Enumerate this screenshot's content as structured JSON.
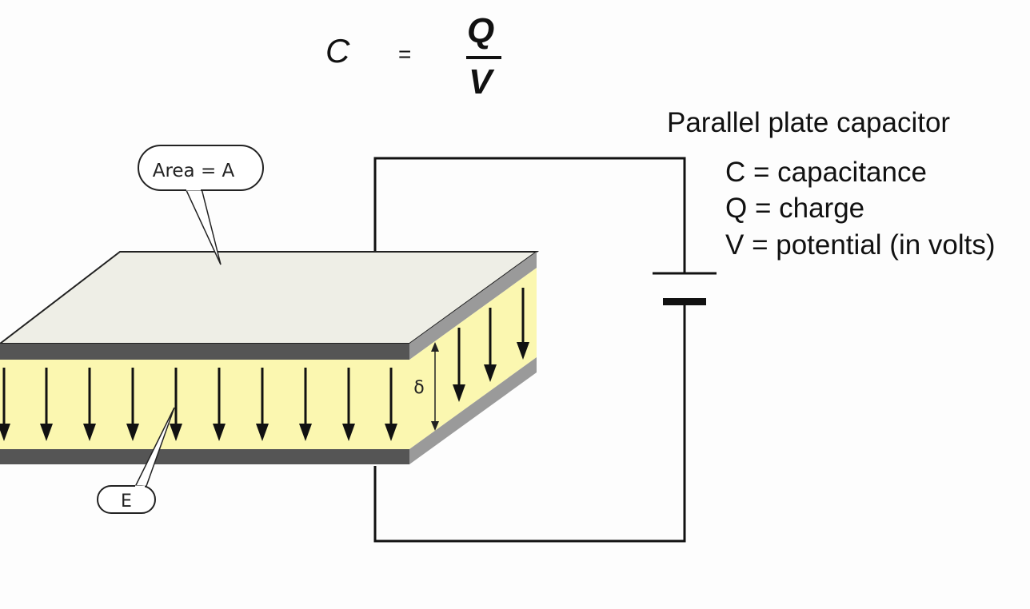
{
  "formula": {
    "lhs": "C",
    "equals": "=",
    "numerator": "Q",
    "denominator": "V"
  },
  "legend": {
    "title": "Parallel plate capacitor",
    "items": [
      "C = capacitance",
      "Q = charge",
      "V = potential (in volts)"
    ]
  },
  "diagram": {
    "area_label": "Area = A",
    "field_label": "E",
    "separation_label": "δ",
    "colors": {
      "dielectric": "#fbf7b0",
      "plate_edge": "#555555",
      "plate_top": "#eeeee6",
      "wire": "#111111"
    }
  }
}
